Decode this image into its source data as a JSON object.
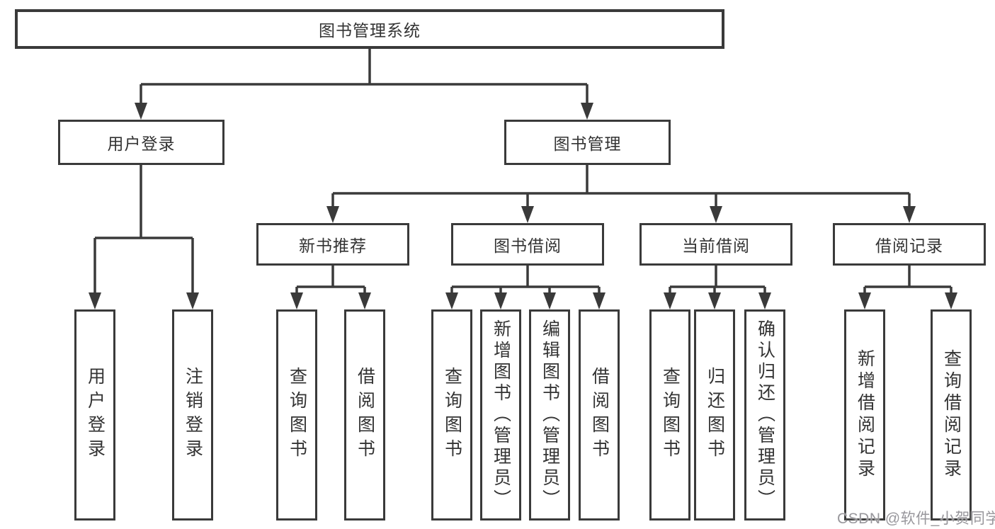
{
  "tree": {
    "root": {
      "label": "图书管理系统"
    },
    "level2": [
      {
        "label": "用户登录"
      },
      {
        "label": "图书管理"
      }
    ],
    "level3": [
      {
        "label": "新书推荐"
      },
      {
        "label": "图书借阅"
      },
      {
        "label": "当前借阅"
      },
      {
        "label": "借阅记录"
      }
    ],
    "leaves": {
      "user_login": [
        {
          "label": "用户登录"
        },
        {
          "label": "注销登录"
        }
      ],
      "new_book": [
        {
          "label": "查询图书"
        },
        {
          "label": "借阅图书"
        }
      ],
      "book_borrow": [
        {
          "label": "查询图书"
        },
        {
          "label": "新增图书（管理员）"
        },
        {
          "label": "编辑图书（管理员）"
        },
        {
          "label": "借阅图书"
        }
      ],
      "current_borrow": [
        {
          "label": "查询图书"
        },
        {
          "label": "归还图书"
        },
        {
          "label": "确认归还（管理员）"
        }
      ],
      "borrow_record": [
        {
          "label": "新增借阅记录"
        },
        {
          "label": "查询借阅记录"
        }
      ]
    }
  },
  "watermark": {
    "text": "CSDN @软件_小贺同学"
  },
  "colors": {
    "line": "#3a3a3a",
    "text": "#333333",
    "background": "#ffffff",
    "watermark": "#98979c"
  }
}
